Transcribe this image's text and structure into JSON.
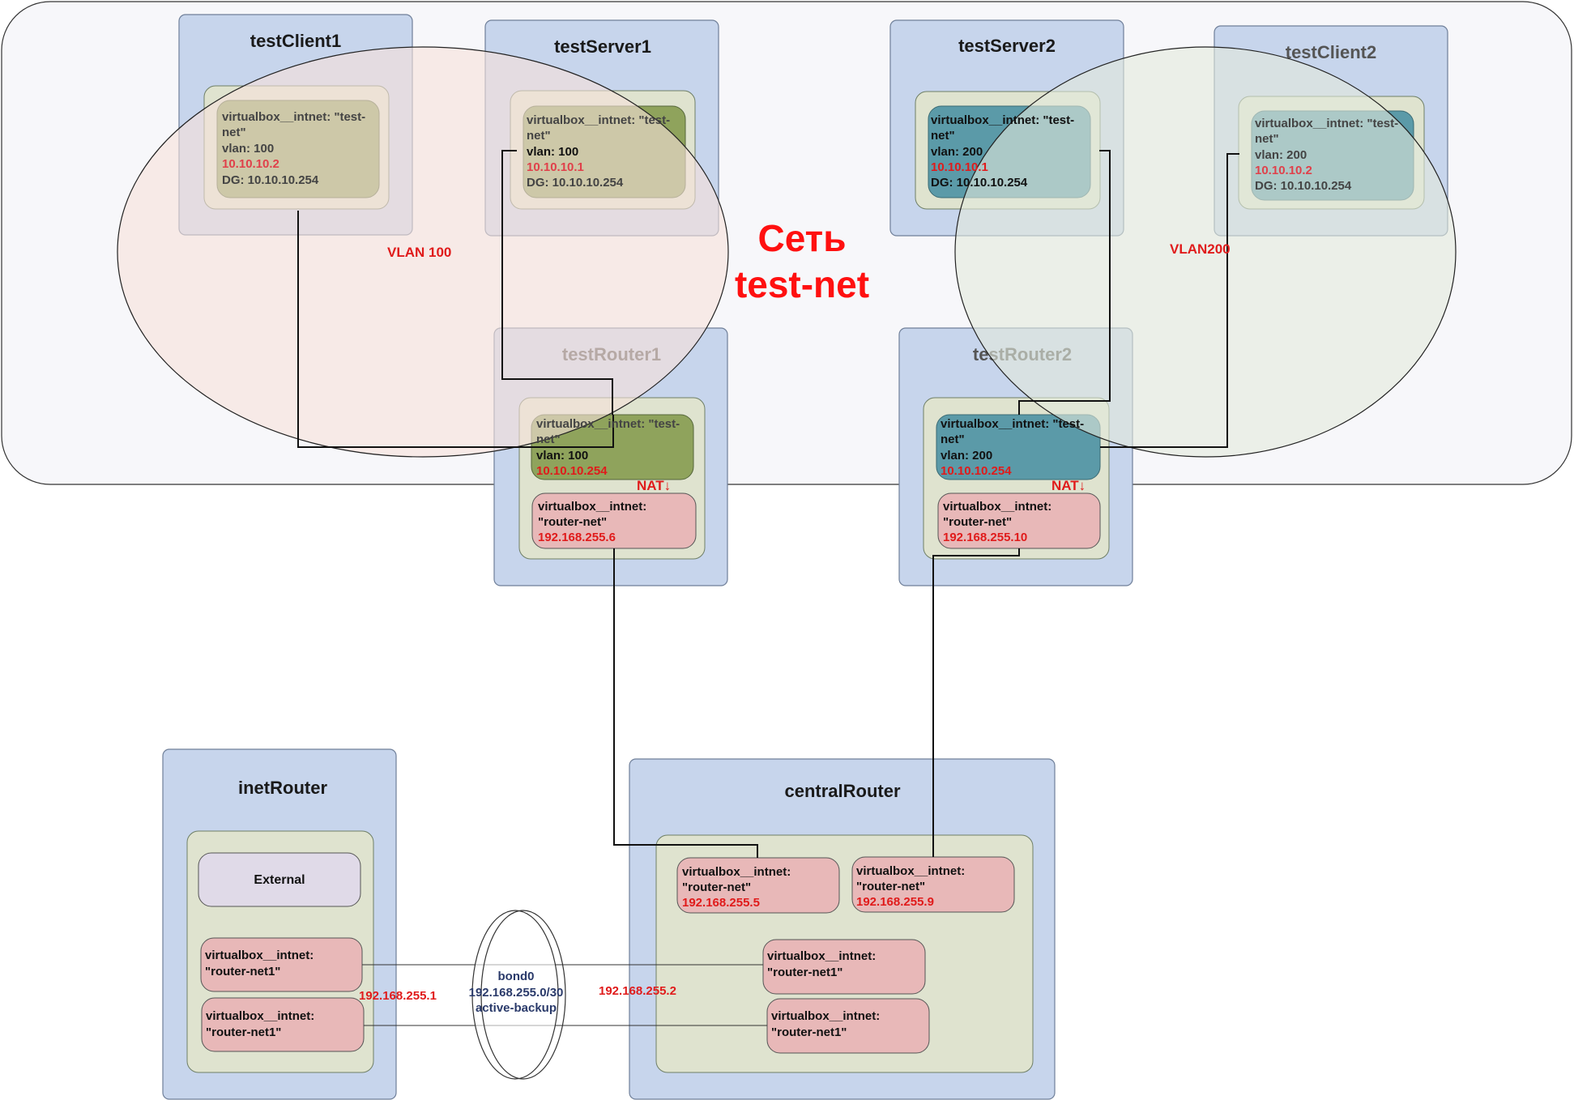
{
  "network": {
    "title_line1": "Сеть",
    "title_line2": "test-net",
    "vlan100_label": "VLAN 100",
    "vlan200_label": "VLAN200"
  },
  "hosts": {
    "testClient1": {
      "name": "testClient1",
      "iface": {
        "line1": "virtualbox__intnet: \"test-",
        "line2": "net\"",
        "vlan": "vlan: 100",
        "ip": "10.10.10.2",
        "dg": "DG: 10.10.10.254"
      }
    },
    "testServer1": {
      "name": "testServer1",
      "iface": {
        "line1": "virtualbox__intnet: \"test-",
        "line2": "net\"",
        "vlan": "vlan: 100",
        "ip": "10.10.10.1",
        "dg": "DG: 10.10.10.254"
      }
    },
    "testServer2": {
      "name": "testServer2",
      "iface": {
        "line1": "virtualbox__intnet: \"test-",
        "line2": "net\"",
        "vlan": "vlan: 200",
        "ip": "10.10.10.1",
        "dg": "DG: 10.10.10.254"
      }
    },
    "testClient2": {
      "name": "testClient2",
      "iface": {
        "line1": "virtualbox__intnet: \"test-",
        "line2": "net\"",
        "vlan": "vlan: 200",
        "ip": "10.10.10.2",
        "dg": "DG: 10.10.10.254"
      }
    },
    "testRouter1": {
      "name": "testRouter1",
      "nat_label": "NAT↓",
      "iface_test": {
        "line1": "virtualbox__intnet: \"test-",
        "line2": "net\"",
        "vlan": "vlan: 100",
        "ip": "10.10.10.254"
      },
      "iface_router": {
        "line1": "virtualbox__intnet:",
        "line2": "\"router-net\"",
        "ip": "192.168.255.6"
      }
    },
    "testRouter2": {
      "name": "testRouter2",
      "nat_label": "NAT↓",
      "iface_test": {
        "line1": "virtualbox__intnet: \"test-",
        "line2": "net\"",
        "vlan": "vlan: 200",
        "ip": "10.10.10.254"
      },
      "iface_router": {
        "line1": "virtualbox__intnet:",
        "line2": "\"router-net\"",
        "ip": "192.168.255.10"
      }
    },
    "inetRouter": {
      "name": "inetRouter",
      "external_label": "External",
      "iface_net1_a": {
        "line1": "virtualbox__intnet:",
        "line2": "\"router-net1\""
      },
      "iface_net1_b": {
        "line1": "virtualbox__intnet:",
        "line2": "\"router-net1\""
      },
      "bond_ip": "192.168.255.1"
    },
    "centralRouter": {
      "name": "centralRouter",
      "iface_router_a": {
        "line1": "virtualbox__intnet:",
        "line2": "\"router-net\"",
        "ip": "192.168.255.5"
      },
      "iface_router_b": {
        "line1": "virtualbox__intnet:",
        "line2": "\"router-net\"",
        "ip": "192.168.255.9"
      },
      "iface_net1_a": {
        "line1": "virtualbox__intnet:",
        "line2": "\"router-net1\""
      },
      "iface_net1_b": {
        "line1": "virtualbox__intnet:",
        "line2": "\"router-net1\""
      },
      "bond_ip": "192.168.255.2"
    }
  },
  "bond": {
    "line1": "bond0",
    "line2": "192.168.255.0/30",
    "line3": "active-backup"
  },
  "colors": {
    "host_fill": "#c7d5ec",
    "host_stroke": "#6f7f99",
    "inner_fill": "#dfe3cf",
    "vlan100_iface": "#8fa35c",
    "vlan200_iface": "#5b9aa8",
    "router_net_iface": "#e8b8b8",
    "external_iface": "#e0dae8",
    "network_fill": "#f7f7fa",
    "vlan100_fill": "#f6e6e2",
    "vlan200_fill": "#e6ebe0",
    "accent_red": "#e01b1b"
  }
}
